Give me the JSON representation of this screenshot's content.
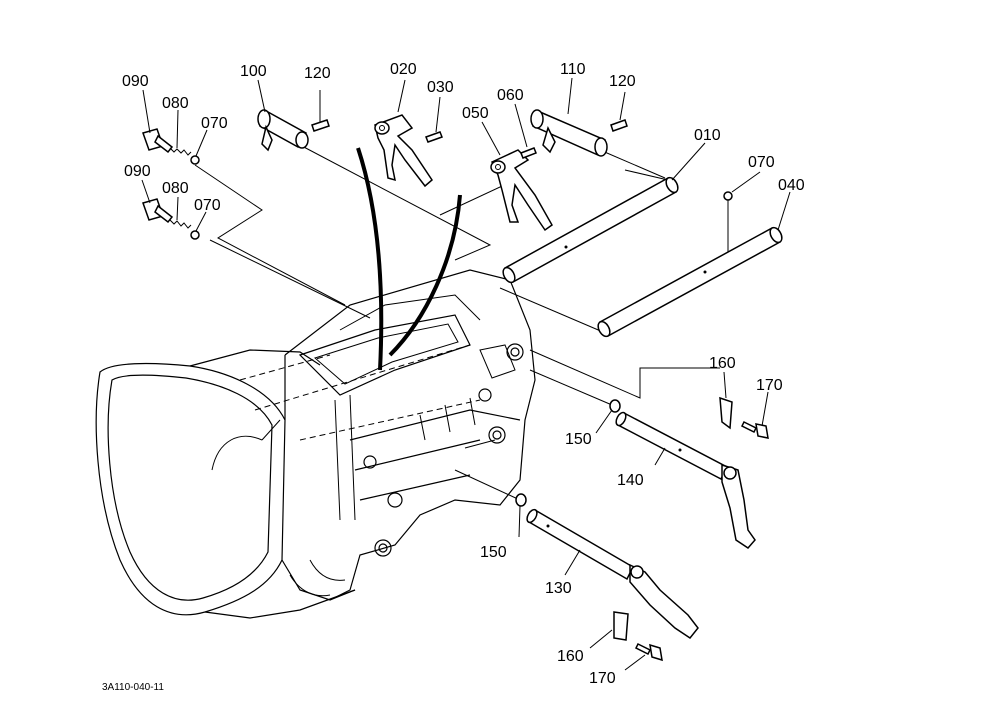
{
  "drawing_code": "3A110-040-11",
  "callouts": [
    {
      "id": "c-090-a",
      "text": "090"
    },
    {
      "id": "c-080-a",
      "text": "080"
    },
    {
      "id": "c-070-a",
      "text": "070"
    },
    {
      "id": "c-090-b",
      "text": "090"
    },
    {
      "id": "c-080-b",
      "text": "080"
    },
    {
      "id": "c-070-b",
      "text": "070"
    },
    {
      "id": "c-100",
      "text": "100"
    },
    {
      "id": "c-120-a",
      "text": "120"
    },
    {
      "id": "c-020",
      "text": "020"
    },
    {
      "id": "c-030",
      "text": "030"
    },
    {
      "id": "c-050",
      "text": "050"
    },
    {
      "id": "c-060",
      "text": "060"
    },
    {
      "id": "c-110",
      "text": "110"
    },
    {
      "id": "c-120-b",
      "text": "120"
    },
    {
      "id": "c-010",
      "text": "010"
    },
    {
      "id": "c-070-c",
      "text": "070"
    },
    {
      "id": "c-040",
      "text": "040"
    },
    {
      "id": "c-160-a",
      "text": "160"
    },
    {
      "id": "c-170-a",
      "text": "170"
    },
    {
      "id": "c-150-a",
      "text": "150"
    },
    {
      "id": "c-140",
      "text": "140"
    },
    {
      "id": "c-150-b",
      "text": "150"
    },
    {
      "id": "c-130",
      "text": "130"
    },
    {
      "id": "c-160-b",
      "text": "160"
    },
    {
      "id": "c-170-b",
      "text": "170"
    }
  ]
}
